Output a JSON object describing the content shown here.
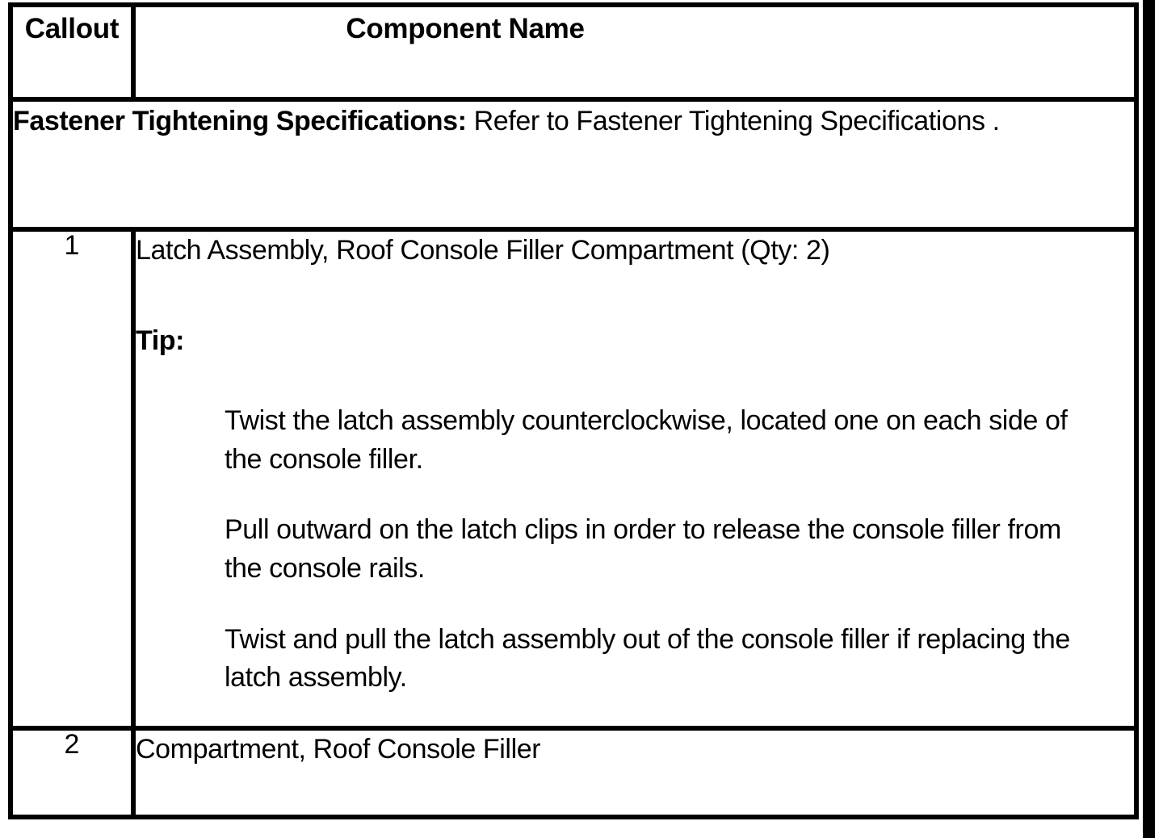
{
  "table": {
    "headers": {
      "callout": "Callout",
      "component_name": "Component Name"
    },
    "note_row": {
      "label": "Fastener Tightening Specifications:",
      "text": " Refer to Fastener Tightening Specifications ."
    },
    "rows": [
      {
        "callout": "1",
        "title": "Latch Assembly, Roof Console Filler Compartment (Qty: 2)",
        "tip_label": "Tip:",
        "tips": [
          "Twist the latch assembly counterclockwise, located one on each side of the console filler.",
          "Pull outward on the latch clips in order to release the console filler from the console rails.",
          "Twist and pull the latch assembly out of the console filler if replacing the latch assembly."
        ]
      },
      {
        "callout": "2",
        "title": "Compartment, Roof Console Filler"
      }
    ]
  },
  "colors": {
    "ink": "#000000",
    "paper": "#ffffff"
  }
}
